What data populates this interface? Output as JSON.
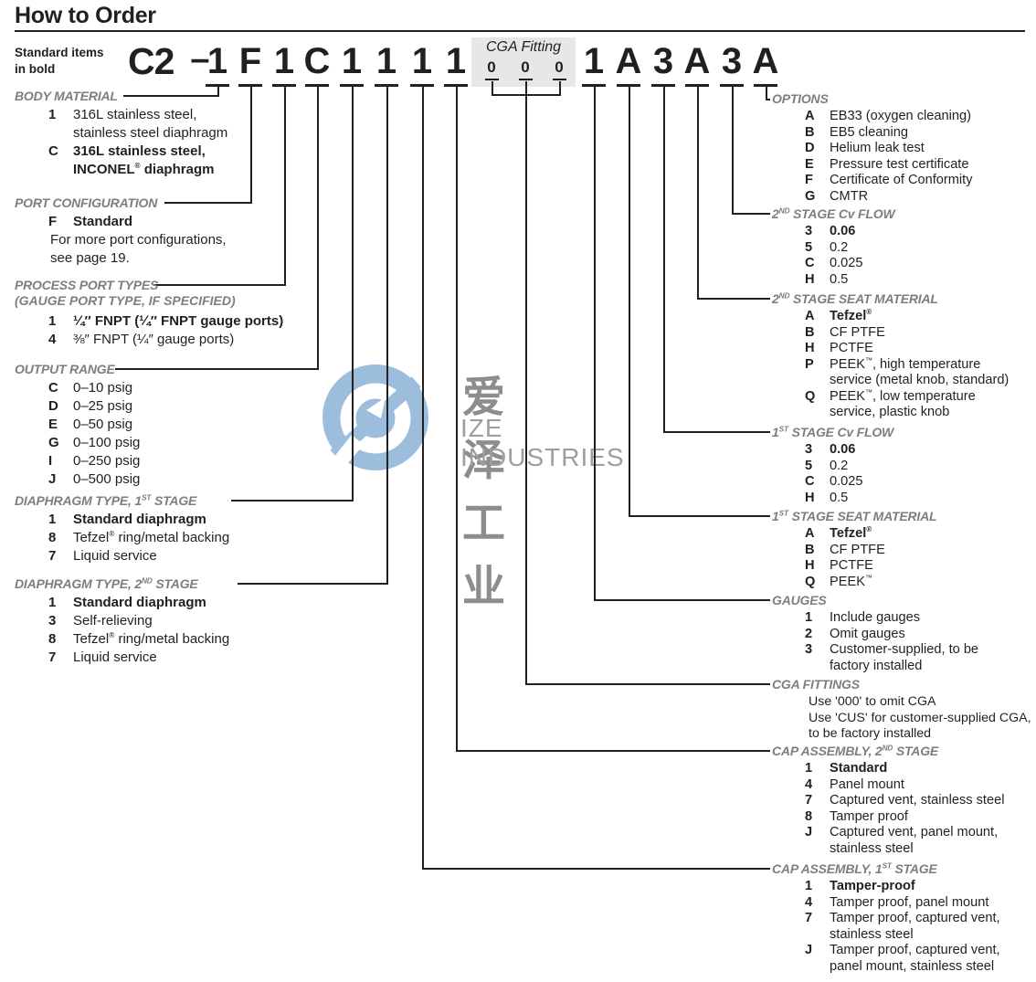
{
  "page": {
    "title": "How to Order",
    "note": "Standard items\nin bold"
  },
  "colors": {
    "text": "#231f20",
    "section_header_gray": "#7d7e80",
    "cga_box_gray": "#e6e7e8",
    "watermark_blue": "#9dbddd",
    "watermark_text_gray": "#8b8d8f"
  },
  "code": {
    "prefix": "C2",
    "dash": "–",
    "left_chars": [
      "1",
      "F",
      "1",
      "C",
      "1",
      "1",
      "1",
      "1"
    ],
    "cga": {
      "label": "CGA Fitting",
      "digits": [
        "0",
        "0",
        "0"
      ]
    },
    "right_chars": [
      "1",
      "A",
      "3",
      "A",
      "3",
      "A"
    ]
  },
  "watermark": {
    "cn": "爱泽工业",
    "en": "IZE INDUSTRIES"
  },
  "sections": {
    "left": [
      {
        "id": "body-material",
        "title": "BODY MATERIAL",
        "items": [
          {
            "k": "1",
            "d": "316L stainless steel,\nstainless steel diaphragm"
          },
          {
            "k": "C",
            "d": "316L stainless steel,\nINCONEL® diaphragm",
            "b": true
          }
        ]
      },
      {
        "id": "port-configuration",
        "title": "PORT CONFIGURATION",
        "items": [
          {
            "k": "F",
            "d": "Standard",
            "b": true
          }
        ],
        "notes": [
          "For more port configurations,\nsee page 19."
        ]
      },
      {
        "id": "process-port-types",
        "title": "PROCESS PORT TYPES",
        "subtitle": "(GAUGE PORT TYPE, IF SPECIFIED)",
        "items": [
          {
            "k": "1",
            "d": "¼″ FNPT (¼″ FNPT gauge ports)",
            "b": true
          },
          {
            "k": "4",
            "d": "⅜″ FNPT (¼″ gauge ports)"
          }
        ]
      },
      {
        "id": "output-range",
        "title": "OUTPUT RANGE",
        "items": [
          {
            "k": "C",
            "d": "0–10 psig"
          },
          {
            "k": "D",
            "d": "0–25 psig"
          },
          {
            "k": "E",
            "d": "0–50 psig"
          },
          {
            "k": "G",
            "d": "0–100 psig"
          },
          {
            "k": "I",
            "d": "0–250 psig"
          },
          {
            "k": "J",
            "d": "0–500 psig"
          }
        ]
      },
      {
        "id": "diaphragm-type-1st-stage",
        "title": "DIAPHRAGM TYPE, 1^ST^ STAGE",
        "items": [
          {
            "k": "1",
            "d": "Standard diaphragm",
            "b": true
          },
          {
            "k": "8",
            "d": "Tefzel® ring/metal backing"
          },
          {
            "k": "7",
            "d": "Liquid service"
          }
        ]
      },
      {
        "id": "diaphragm-type-2nd-stage",
        "title": "DIAPHRAGM TYPE, 2^ND^ STAGE",
        "items": [
          {
            "k": "1",
            "d": "Standard diaphragm",
            "b": true
          },
          {
            "k": "3",
            "d": "Self-relieving"
          },
          {
            "k": "8",
            "d": "Tefzel® ring/metal backing"
          },
          {
            "k": "7",
            "d": "Liquid service"
          }
        ]
      }
    ],
    "right": [
      {
        "id": "options",
        "title": "OPTIONS",
        "items": [
          {
            "k": "A",
            "d": "EB33 (oxygen cleaning)"
          },
          {
            "k": "B",
            "d": "EB5 cleaning"
          },
          {
            "k": "D",
            "d": "Helium leak test"
          },
          {
            "k": "E",
            "d": "Pressure test certificate"
          },
          {
            "k": "F",
            "d": "Certificate of Conformity"
          },
          {
            "k": "G",
            "d": "CMTR"
          }
        ]
      },
      {
        "id": "2nd-stage-cv-flow",
        "title": "2^ND^ STAGE Cv FLOW",
        "items": [
          {
            "k": "3",
            "d": "0.06",
            "b": true
          },
          {
            "k": "5",
            "d": "0.2"
          },
          {
            "k": "C",
            "d": "0.025"
          },
          {
            "k": "H",
            "d": "0.5"
          }
        ]
      },
      {
        "id": "2nd-stage-seat-material",
        "title": "2^ND^ STAGE SEAT MATERIAL",
        "items": [
          {
            "k": "A",
            "d": "Tefzel®",
            "b": true
          },
          {
            "k": "B",
            "d": "CF PTFE"
          },
          {
            "k": "H",
            "d": "PCTFE"
          },
          {
            "k": "P",
            "d": "PEEK™, high temperature\nservice (metal knob, standard)"
          },
          {
            "k": "Q",
            "d": "PEEK™, low temperature\nservice, plastic knob"
          }
        ]
      },
      {
        "id": "1st-stage-cv-flow",
        "title": "1^ST^ STAGE Cv FLOW",
        "items": [
          {
            "k": "3",
            "d": "0.06",
            "b": true
          },
          {
            "k": "5",
            "d": "0.2"
          },
          {
            "k": "C",
            "d": "0.025"
          },
          {
            "k": "H",
            "d": "0.5"
          }
        ]
      },
      {
        "id": "1st-stage-seat-material",
        "title": "1^ST^ STAGE SEAT MATERIAL",
        "items": [
          {
            "k": "A",
            "d": "Tefzel®",
            "b": true
          },
          {
            "k": "B",
            "d": "CF PTFE"
          },
          {
            "k": "H",
            "d": "PCTFE"
          },
          {
            "k": "Q",
            "d": "PEEK™"
          }
        ]
      },
      {
        "id": "gauges",
        "title": "GAUGES",
        "items": [
          {
            "k": "1",
            "d": "Include gauges"
          },
          {
            "k": "2",
            "d": "Omit gauges"
          },
          {
            "k": "3",
            "d": "Customer-supplied, to be\nfactory installed"
          }
        ]
      },
      {
        "id": "cga-fittings",
        "title": "CGA FITTINGS",
        "items": [],
        "notes": [
          "Use '000' to omit CGA",
          "Use 'CUS' for customer-supplied CGA,\nto be factory installed"
        ]
      },
      {
        "id": "cap-assembly-2nd-stage",
        "title": "CAP ASSEMBLY, 2^ND^ STAGE",
        "items": [
          {
            "k": "1",
            "d": "Standard",
            "b": true
          },
          {
            "k": "4",
            "d": "Panel mount"
          },
          {
            "k": "7",
            "d": "Captured vent, stainless steel"
          },
          {
            "k": "8",
            "d": "Tamper proof"
          },
          {
            "k": "J",
            "d": "Captured vent, panel mount,\nstainless steel"
          }
        ]
      },
      {
        "id": "cap-assembly-1st-stage",
        "title": "CAP ASSEMBLY, 1^ST^ STAGE",
        "items": [
          {
            "k": "1",
            "d": "Tamper-proof",
            "b": true
          },
          {
            "k": "4",
            "d": "Tamper proof, panel mount"
          },
          {
            "k": "7",
            "d": "Tamper proof, captured vent,\nstainless steel"
          },
          {
            "k": "J",
            "d": "Tamper proof, captured vent,\npanel mount, stainless steel"
          }
        ]
      }
    ]
  }
}
